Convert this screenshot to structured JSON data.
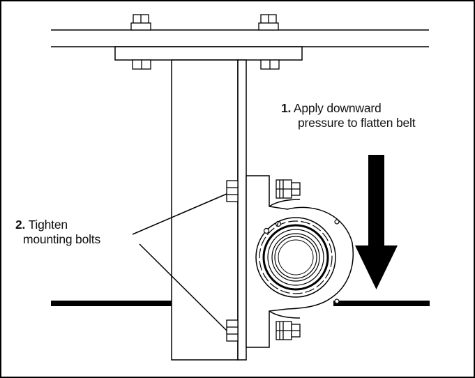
{
  "instructions": {
    "step1": {
      "number": "1.",
      "line1": "Apply downward",
      "line2": "pressure to flatten belt"
    },
    "step2": {
      "number": "2.",
      "line1": "Tighten",
      "line2": "mounting bolts"
    }
  },
  "colors": {
    "stroke": "#000000",
    "fill": "#ffffff"
  }
}
